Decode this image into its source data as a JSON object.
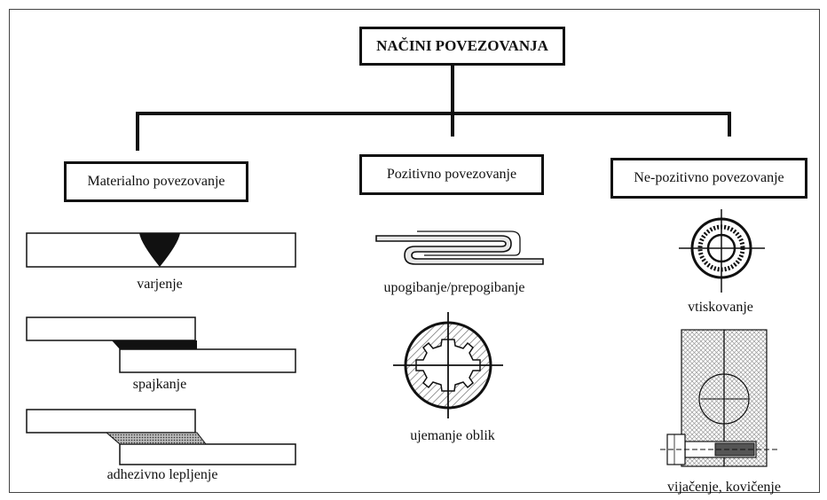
{
  "title": "NAČINI POVEZOVANJA",
  "categories": [
    {
      "label": "Materialno povezovanje",
      "items": [
        "varjenje",
        "spajkanje",
        "adhezivno lepljenje"
      ]
    },
    {
      "label": "Pozitivno povezovanje",
      "items": [
        "upogibanje/prepogibanje",
        "ujemanje oblik"
      ]
    },
    {
      "label": "Ne-pozitivno povezovanje",
      "items": [
        "vtiskovanje",
        "vijačenje, kovičenje"
      ]
    }
  ]
}
